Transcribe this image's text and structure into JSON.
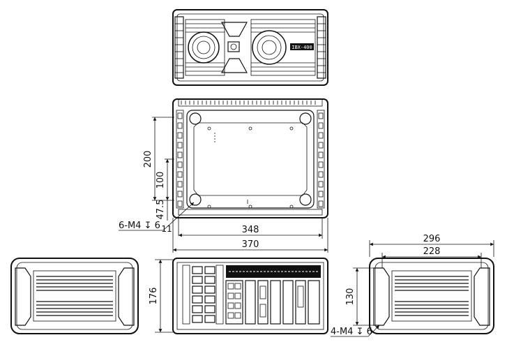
{
  "top_view": {
    "logo_text": "IBX-400"
  },
  "front_view": {
    "dimensions": {
      "height_200": "200",
      "height_100": "100",
      "offset_47_5": "47.5",
      "offset_11": "11",
      "width_348": "348",
      "width_370": "370",
      "mount_holes": "6-M4 ↧ 6"
    }
  },
  "rear_view": {
    "dimensions": {
      "height_176": "176"
    }
  },
  "side_view": {
    "dimensions": {
      "width_296": "296",
      "width_228": "228",
      "height_130": "130",
      "mount_holes": "4-M4 ↧ 6"
    }
  }
}
